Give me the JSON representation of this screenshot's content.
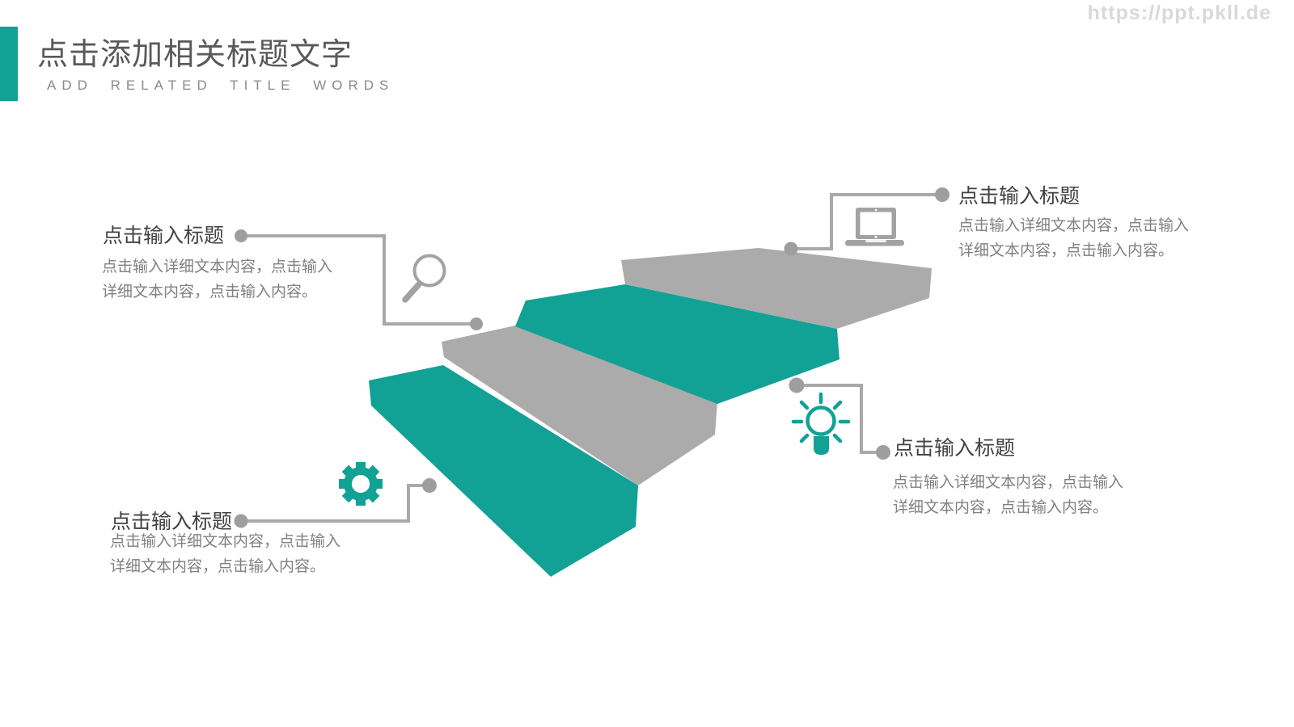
{
  "header": {
    "title": "点击添加相关标题文字",
    "subtitle": "ADD RELATED TITLE WORDS",
    "accent_color": "#12a195",
    "title_color": "#595959",
    "subtitle_color": "#8a8a8a"
  },
  "watermark": {
    "text": "https://ppt.pkll.de",
    "color": "#d9d9d9"
  },
  "diagram": {
    "type": "staircase",
    "step_count": 4,
    "steps": [
      {
        "position": "top",
        "color": "#ababab"
      },
      {
        "position": "second",
        "color": "#12a195"
      },
      {
        "position": "third",
        "color": "#ababab"
      },
      {
        "position": "bottom",
        "color": "#12a195"
      }
    ]
  },
  "callouts": [
    {
      "placement": "top-left",
      "icon": "magnifier-icon",
      "title": "点击输入标题",
      "body_line1": "点击输入详细文本内容，点击输入",
      "body_line2": "详细文本内容，点击输入内容。"
    },
    {
      "placement": "top-right",
      "icon": "laptop-icon",
      "title": "点击输入标题",
      "body_line1": "点击输入详细文本内容，点击输入",
      "body_line2": "详细文本内容，点击输入内容。"
    },
    {
      "placement": "bottom-right",
      "icon": "lightbulb-icon",
      "title": "点击输入标题",
      "body_line1": "点击输入详细文本内容，点击输入",
      "body_line2": "详细文本内容，点击输入内容。"
    },
    {
      "placement": "bottom-left",
      "icon": "gear-icon",
      "title": "点击输入标题",
      "body_line1": "点击输入详细文本内容，点击输入",
      "body_line2": "详细文本内容，点击输入内容。"
    }
  ],
  "colors": {
    "teal": "#12a195",
    "gray_step": "#ababab",
    "connector_line": "#a9a9a9",
    "connector_dot": "#9e9e9e",
    "icon_gray": "#a2a2a2",
    "callout_title_text": "#424242",
    "callout_body_text": "#808080"
  }
}
